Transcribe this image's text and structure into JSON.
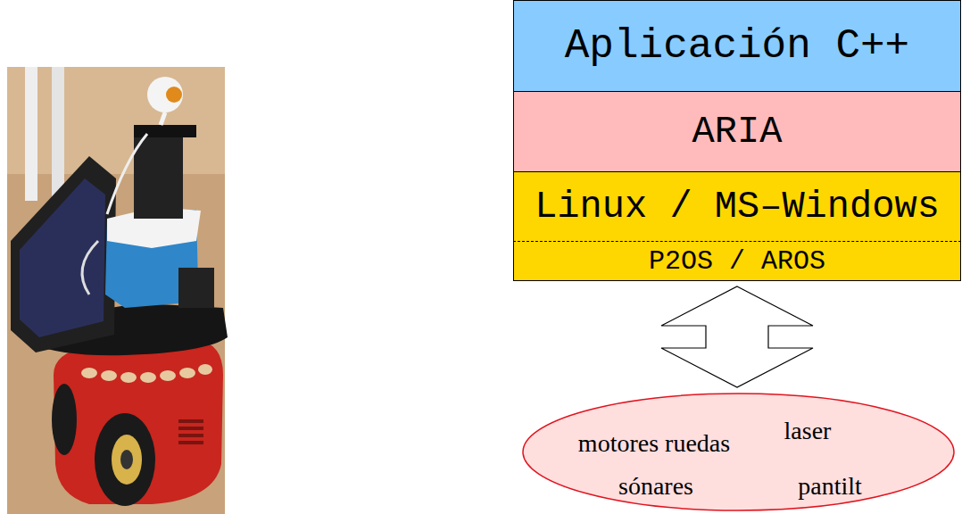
{
  "diagram": {
    "nodes": [
      {
        "text": [
          "Aplicación C++"
        ]
      },
      {
        "text": [
          "ARIA"
        ]
      },
      {
        "text": [
          "Linux / MS–Windows"
        ]
      },
      {
        "text": [
          "P2OS / AROS"
        ]
      },
      {
        "text": [
          "motores ruedas",
          "laser",
          "sónares",
          "pantilt"
        ]
      }
    ],
    "edges": [
      {
        "from": 3,
        "to": 4,
        "arrow": "both"
      }
    ]
  }
}
